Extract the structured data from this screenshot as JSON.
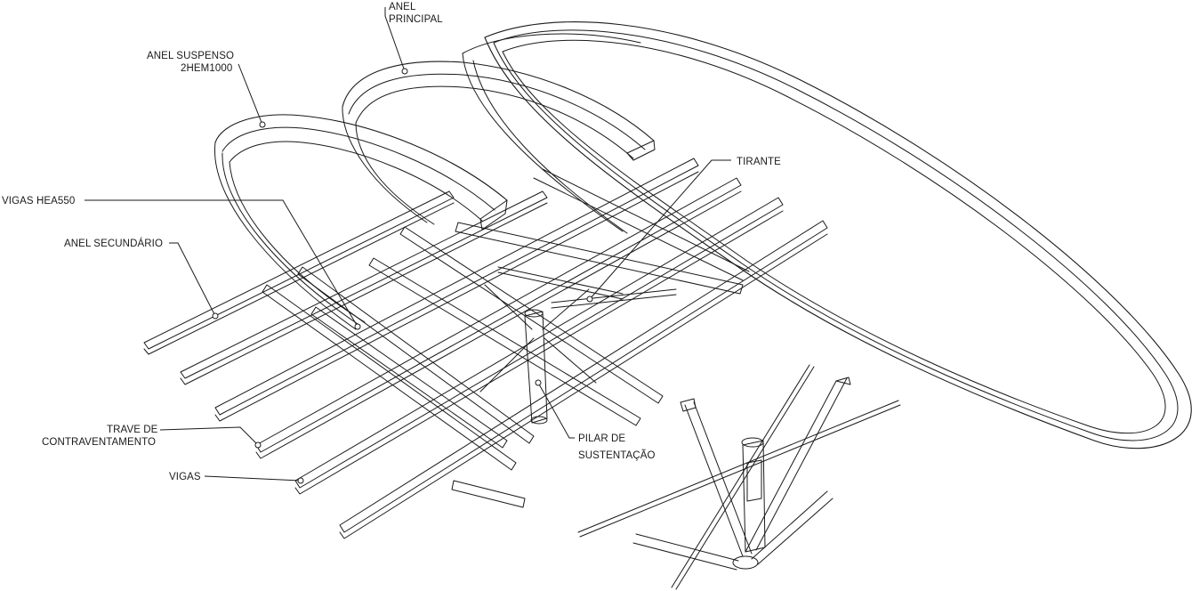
{
  "labels": {
    "anel_principal": [
      "ANEL",
      "PRINCIPAL"
    ],
    "anel_suspenso": [
      "ANEL SUSPENSO",
      "2HEM1000"
    ],
    "tirante": "TIRANTE",
    "vigas_hea550": "VIGAS  HEA550",
    "anel_secundario": "ANEL SECUNDÁRIO",
    "trave_contraventamento": [
      "TRAVE DE",
      "CONTRAVENTAMENTO"
    ],
    "vigas": "VIGAS",
    "pilar_sustentacao": [
      "PILAR DE",
      "SUSTENTAÇÃO"
    ]
  },
  "colors": {
    "line": "#1a1a1a",
    "background": "#ffffff"
  }
}
